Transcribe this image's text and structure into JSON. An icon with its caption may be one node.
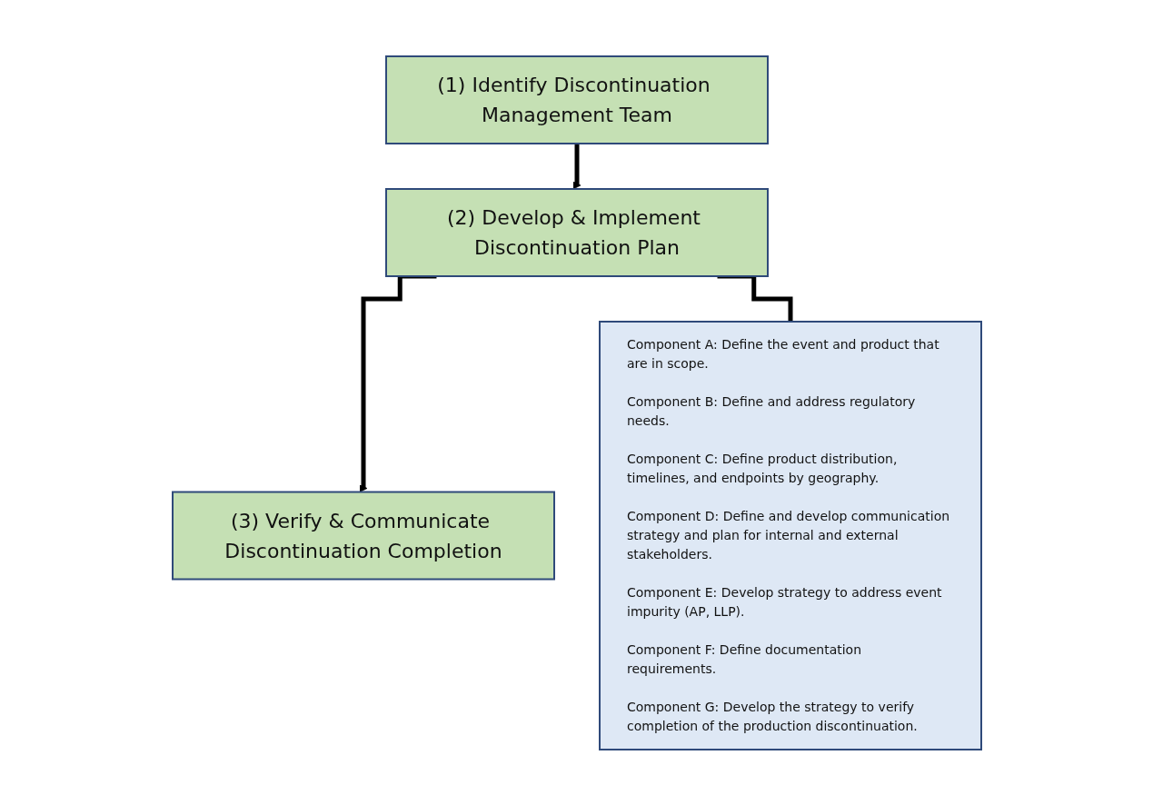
{
  "diagram": {
    "nodes": [
      {
        "text": [
          "(1) Identify Discontinuation Management Team"
        ]
      },
      {
        "text": [
          "(2) Develop & Implement Discontinuation Plan"
        ]
      },
      {
        "text": [
          "(3) Verify & Communicate Discontinuation Completion"
        ]
      },
      {
        "text": [
          "Component A: Define the event and product that are in scope.",
          "Component B: Define and address regulatory needs.",
          "Component C: Define product distribution, timelines, and endpoints by geography.",
          "Component D: Define and develop communication strategy and plan for internal and external stakeholders.",
          "Component E: Develop strategy to address event impurity (AP, LLP).",
          "Component F: Define documentation requirements.",
          "Component G: Develop the strategy to verify completion of the production discontinuation."
        ]
      }
    ],
    "edges": [
      {
        "from": 0,
        "to": 1,
        "arrow": "to"
      },
      {
        "from": 1,
        "to": 2,
        "arrow": "to"
      },
      {
        "from": 1,
        "to": 3,
        "arrow": "none"
      }
    ]
  }
}
